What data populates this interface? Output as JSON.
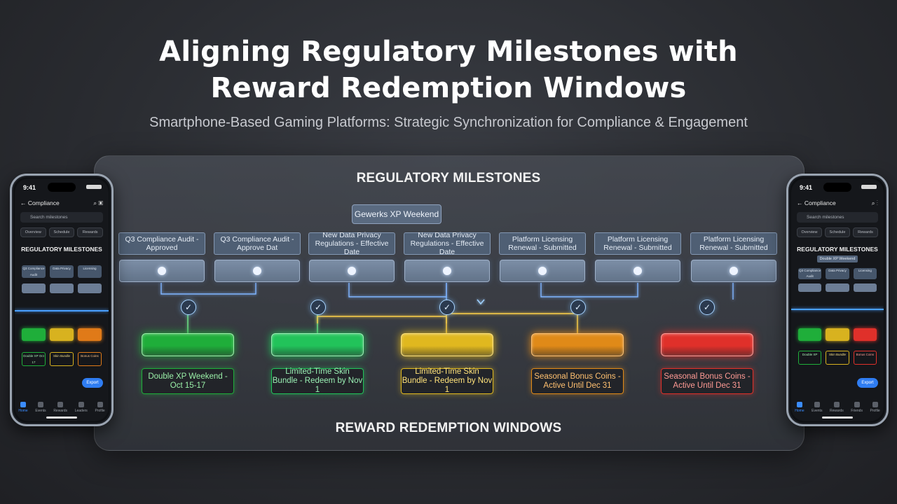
{
  "title_line1": "Aligning Regulatory Milestones with",
  "title_line2": "Reward Redemption Windows",
  "subtitle": "Smartphone-Based Gaming Platforms: Strategic Synchronization for Compliance & Engagement",
  "regulatory": {
    "heading": "REGULATORY MILESTONES",
    "tag": "Gewerks XP Weekend",
    "labels": [
      "Q3 Compliance Audit - Approved",
      "Q3 Compliance Audit - Approve Dat",
      "New Data Privacy Regulations - Effective Date",
      "New Data Privacy Regulations - Effective Date",
      "Platform Licensing Renewal - Submitted",
      "Platform Licensing Renewal - Submitted",
      "Platform Licensing Renewal - Submitted"
    ]
  },
  "rewards": {
    "heading": "REWARD REDEMPTION WINDOWS",
    "items": [
      {
        "label": "Double XP Weekend - Oct 15-17",
        "color": "#1fae3a",
        "text_color": "#9af0a8"
      },
      {
        "label": "Limited-Time Skin Bundle - Redeem by Nov 1",
        "color": "#22c35a",
        "text_color": "#9af0b4"
      },
      {
        "label": "Limited-Time Skin Bundle - Redeem by Nov 1",
        "color": "#e0b81f",
        "text_color": "#ffe27a"
      },
      {
        "label": "Seasonal Bonus Coins - Active Until Dec 31",
        "color": "#e08a18",
        "text_color": "#ffc070"
      },
      {
        "label": "Seasonal Bonus Coins - Active Until Dec 31",
        "color": "#e0302a",
        "text_color": "#ff9a94"
      }
    ]
  },
  "phone_left": {
    "time": "9:41",
    "header": "Compliance",
    "search": "Search milestones",
    "chips": [
      "Overview",
      "Schedule",
      "Rewards"
    ],
    "title": "REGULATORY MILESTONES",
    "tag": "",
    "labels": [
      "Q3 Compliance Audit",
      "Data Privacy",
      "Licensing"
    ],
    "reward_labels": [
      "Double XP Oct 17",
      "Skin Bundle",
      "Bonus Coins"
    ],
    "button": "Export",
    "nav": [
      "Home",
      "Events",
      "Rewards",
      "Leaders",
      "Profile"
    ]
  },
  "phone_right": {
    "time": "9:41",
    "header": "Compliance",
    "search": "Search milestones",
    "chips": [
      "Overview",
      "Schedule",
      "Rewards"
    ],
    "title": "REGULATORY MILESTONES",
    "tag": "Double XP Weekend",
    "labels": [
      "Q3 Compliance Audit",
      "Data Privacy",
      "Licensing"
    ],
    "reward_labels": [
      "Double XP",
      "Skin Bundle",
      "Bonus Coins"
    ],
    "button": "Export",
    "nav": [
      "Home",
      "Events",
      "Rewards",
      "Friends",
      "Profile"
    ]
  }
}
